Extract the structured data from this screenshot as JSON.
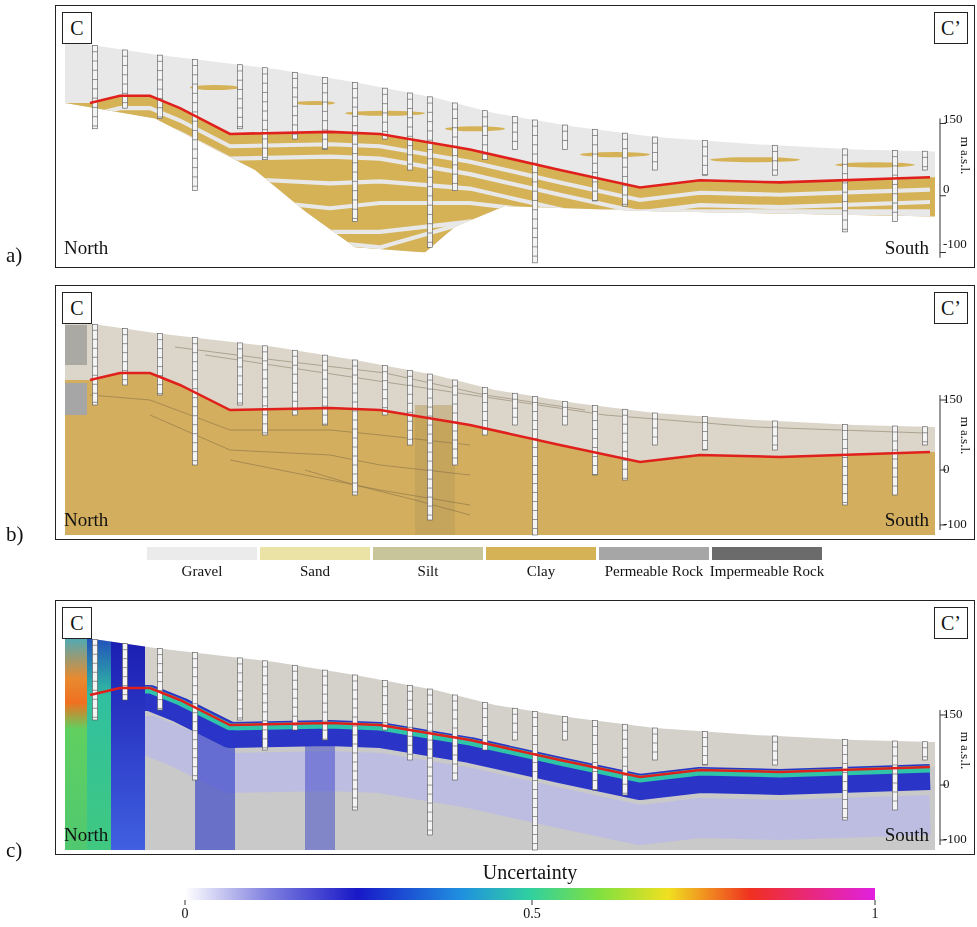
{
  "diagram": {
    "nodes": [
      {
        "text": [
          "North",
          "South"
        ]
      },
      {
        "text": [
          "C"
        ],
        "in": 0
      },
      {
        "text": [
          "C’"
        ],
        "in": 0
      },
      {
        "text": [
          "North",
          "South"
        ]
      },
      {
        "text": [
          "C"
        ],
        "in": 3
      },
      {
        "text": [
          "C’"
        ],
        "in": 3
      },
      {
        "text": [
          "North",
          "South"
        ]
      },
      {
        "text": [
          "C"
        ],
        "in": 6
      },
      {
        "text": [
          "C’"
        ],
        "in": 6
      }
    ],
    "labels": [
      "a)",
      "150",
      "0",
      "m a.s.l.",
      "-100",
      "b)",
      "150",
      "0",
      "m a.s.l.",
      "-100",
      "c)",
      "150",
      "0",
      "m a.s.l.",
      "-100",
      "Uncertainty",
      "0",
      "0.5",
      "1"
    ],
    "legend": [
      {
        "text": "Gravel",
        "color": "#ebebeb"
      },
      {
        "text": "Sand",
        "color": "#ebe3a6"
      },
      {
        "text": "Silt",
        "color": "#c9c59b"
      },
      {
        "text": "Clay",
        "color": "#d6b257"
      },
      {
        "text": "Permeable Rock",
        "color": "#a6a6a6"
      },
      {
        "text": "Impermeable Rock",
        "color": "#6b6b6b"
      }
    ]
  }
}
